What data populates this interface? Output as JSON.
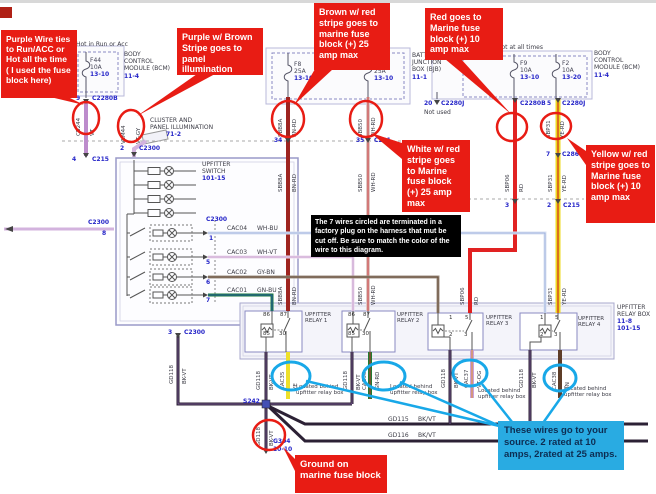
{
  "colors": {
    "callout_red": "#e81c14",
    "callout_blue": "#29abe2",
    "note_black": "#000000",
    "ref_blue": "#2525c8",
    "wire_vt": "#bd8ccc",
    "wire_vt_gy": "#d3b3de",
    "wire_bn_rd": "#9e2420",
    "wire_wh_rd": "#e2c9c6",
    "wire_rd": "#e12222",
    "wire_ye_rd": "#ecd81f",
    "wire_wh_bu": "#d8e0f2",
    "wire_wh_vt": "#ecd9ec",
    "wire_gy_bn": "#a09284",
    "wire_gn_bu": "#1a7c3e",
    "wire_ye": "#eee02a",
    "wire_gn_rd": "#237a30",
    "wire_vt_og": "#c9a2dd",
    "wire_bn": "#5e3d28",
    "wire_bk_vt": "#2c2135"
  },
  "callouts": {
    "c1": "Purple Wire ties to Run/ACC or Hot all the time ( I used the fuse block here)",
    "c2": "Purple w/ Brown Stripe goes to panel illumination",
    "c3": "Brown w/ red stripe goes to marine fuse block (+) 25 amp max",
    "c4": "Red goes to Marine fuse block (+) 10 amp max",
    "c5": "White w/ red stripe goes to Marine fuse block (+) 25 amp max",
    "c6": "Yellow w/ red stripe goes to Marine fuse block (+) 10 amp max",
    "c7": "Ground on marine fuse block",
    "black_note": "The 7 wires circled are terminated in a factory plug on the harness that mut be cut off. Be sure to match the color of the wire to this diagram.",
    "blue_note": "These wires go to your source. 2 rated at 10 amps, 2rated at 25 amps."
  },
  "comp": {
    "hot1": "Hot in Run or Acc",
    "hot2": "Hot at all times",
    "f44": "F44\n10A",
    "f44p": "13-10",
    "f8": "F8\n25A",
    "f8p": "13-10",
    "f09": "F09\n25A",
    "f09p": "13-10",
    "f9": "F9\n10A",
    "f9p": "13-10",
    "f2": "F2\n10A",
    "f2p": "13-20",
    "bcm": "BODY\nCONTROL\nMODULE (BCM)",
    "bcmp": "11-4",
    "cluster": "CLUSTER AND\nPANEL ILLUMINATION",
    "clusterp": "71-2",
    "bjb": "BATT\nJUNCTION\nBOX (BJB)",
    "bjbp": "11-1",
    "sw": "UPFITTER\nSWITCH",
    "swp": "101-15",
    "r1": "UPFITTER\nRELAY 1",
    "r2": "UPFITTER\nRELAY 2",
    "r3": "UPFITTER\nRELAY 3",
    "r4": "UPFITTER\nRELAY 4",
    "rbox": "UPFITTER\nRELAY BOX",
    "rboxp1": "11-8",
    "rboxp2": "101-15",
    "pins86": [
      "86",
      "87",
      "85",
      "30"
    ],
    "pins15": [
      "1",
      "5",
      "2",
      "3"
    ],
    "located": "Located behind\nupfitter relay box"
  },
  "c": {
    "p9a": "9",
    "p9b": "C2280B",
    "p4a": "4",
    "p4b": "C215",
    "p2a": "2",
    "p2b": "C2300",
    "p8": "8",
    "c2300l": "C2300",
    "c2300r": "C2300",
    "pr1": "1",
    "pr5": "5",
    "pr6": "6",
    "pr7": "7",
    "p3a": "3",
    "p3b": "C2300",
    "j34": "34",
    "j35a": "35",
    "j35b": "C211",
    "p20a": "20",
    "p20b": "C2280J",
    "nu": "Not used",
    "cb": "C2280B",
    "p5a": "5",
    "p5b": "C2280J",
    "c286a": "7",
    "c286b": "C286",
    "j3": "3",
    "c215a": "2",
    "c215b": "C215",
    "s242": "S242",
    "g1": "G304",
    "g2": "10-10"
  },
  "w": {
    "vt": [
      "CB244",
      "VT"
    ],
    "vtgy": [
      "VLM44",
      "VT-GY"
    ],
    "bnrd": [
      "SBB8A",
      "BN-RD"
    ],
    "whrd": [
      "SBB50",
      "WH-RD"
    ],
    "rd": [
      "SBP06",
      "RD"
    ],
    "yerd": [
      "SBP31",
      "YE-RD"
    ],
    "cac04": [
      "CAC04",
      "WH-BU"
    ],
    "cac03": [
      "CAC03",
      "WH-VT"
    ],
    "cac02": [
      "CAC02",
      "GY-BN"
    ],
    "cac01": [
      "CAC01",
      "GN-BU"
    ],
    "o1": [
      "CAC35",
      "YE"
    ],
    "o2": [
      "CAC36",
      "GN-RD"
    ],
    "o3": [
      "CAC37",
      "VT-OG"
    ],
    "o4": [
      "CAC38",
      "BN"
    ],
    "gnd": [
      "GD118",
      "BK-VT"
    ],
    "b1": [
      "GD115",
      "BK/VT"
    ],
    "b2": [
      "GD116",
      "BK/VT"
    ]
  }
}
